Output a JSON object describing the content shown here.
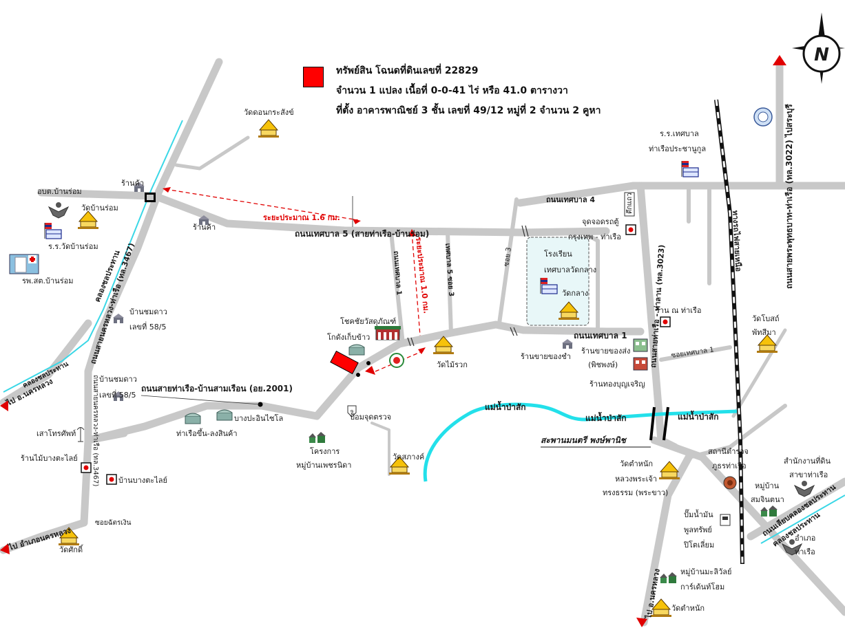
{
  "legend": {
    "color": "#ff0000",
    "line1": "ทรัพย์สิน โฉนดที่ดินเลขที่ 22829",
    "line2": "จำนวน 1 แปลง เนื้อที่ 0-0-41 ไร่ หรือ 41.0 ตารางวา",
    "line3": "ที่ตั้ง อาคารพาณิชย์ 3 ชั้น เลขที่ 49/12 หมู่ที่ 2 จำนวน 2 คูหา"
  },
  "compass": {
    "letter": "N"
  },
  "distances": {
    "d1": "ระยะประมาณ 1.6 กม.",
    "d2": "ระยะประมาณ 1.0 กม."
  },
  "roads": {
    "r1": "ถนนเทศบาล 5 (สายท่าเรือ-บ้านร่อม)",
    "r2": "ถนนเทศบาล 4",
    "r3": "ถนนเทศบาล 1",
    "r4": "ถนนสายท่าเรือ-บ้านสามเรือน (อย.2001)",
    "r5": "ถนนสายนครหลวง-ท่าเรือ (ทล.3467)",
    "r6": "ถนนสายนครหลวง-ท่าเรือ (ทล.3467)",
    "r7": "ถนนสายท่าเรือ - ท่าลาน (ทล.3023)",
    "r8": "ถนนสายพระพุทธบาท-ท่าเรือ (ทล.3022) ไปสระบุรี",
    "r9": "ถนนเทศบาล 1",
    "r10": "เทศบาล 5 ซอย 3",
    "r11": "ซอย 3",
    "r12": "ซอยเทศบาล 1",
    "r13": "ถนนเลียบคลองชลประทาน",
    "r14": "ทางรถไฟสายเหนือ",
    "r15": "ตึกแถว",
    "r16": "ซอยฉัตรเงิน"
  },
  "water": {
    "w1": "แม่น้ำป่าสัก",
    "w2": "แม่น้ำป่าสัก",
    "w3": "แม่น้ำป่าสัก",
    "c1": "คลองชลประทาน",
    "c2": "คลองชลประทาน",
    "c3": "คลองชลประทาน"
  },
  "bridge": "สะพานมนตรี พงษ์พานิช",
  "directions": {
    "n1": "ไป อ.นครหลวง",
    "n2": "ไป อำเภอนครหลวง",
    "n3": "ไป อ.นครหลวง"
  },
  "places": {
    "p1": "วัดดอนกระสังข์",
    "p2": "ร้านค้า",
    "p3": "ร้านค้า",
    "p4": "อบต.บ้านร่อม",
    "p5": "วัดบ้านร่อม",
    "p6": "ร.ร.วัดบ้านร่อม",
    "p7": "รพ.สต.บ้านร่อม",
    "p8a": "บ้านชมดาว",
    "p8b": "เลขที่ 58/5",
    "p9a": "บ้านชมดาว",
    "p9b": "เลขที่ 58/5",
    "p10": "เสาโทรศัพท์",
    "p11": "ร้านไม้บางตะไลย์",
    "p12": "บ้านบางตะไลย์",
    "p13": "วัดศักดิ์",
    "p14": "บางปะอินไซโล",
    "p15": "ท่าเรือขึ้น-ลงสินค้า",
    "p16a": "โครงการ",
    "p16b": "หมู่บ้านเพชรนิดา",
    "p17": "ป้อมจุดตรวจ",
    "p18": "วัดสภางค์",
    "p19": "โชคชัยวัสดุภัณฑ์",
    "p20": "โกดังเก็บข้าว",
    "p21": "วัดไม้รวก",
    "p22": "ร้านขายของชำ",
    "p23a": "โรงเรียน",
    "p23b": "เทศบาลวัดกลาง",
    "p24": "วัดกลาง",
    "p25a": "จุดจอดรถตู้",
    "p25b": "กรุงเทพ - ท่าเรือ",
    "p26a": "ร.ร.เทศบาล",
    "p26b": "ท่าเรือประชานูกูล",
    "p27": "ร้าน ณ ท่าเรือ",
    "p28a": "ร้านขายของส่ง",
    "p28b": "(พิชพงษ์)",
    "p29": "ร้านทองบุญเจริญ",
    "p30a": "วัดโบสถ์",
    "p30b": "พัทสีมา",
    "p31a": "สถานีตำรวจ",
    "p31b": "ภูธรท่าเรือ",
    "p32a": "สำนักงานที่ดิน",
    "p32b": "สาขาท่าเรือ",
    "p33a": "หมู่บ้าน",
    "p33b": "สมจินตนา",
    "p34a": "อำเภอ",
    "p34b": "ท่าเรือ",
    "p35a": "วัดตำหนัก",
    "p35b": "หลวงพระเจ้า",
    "p35c": "ทรงธรรม (พระขาว)",
    "p36a": "ปั๊มน้ำมัน",
    "p36b": "พูลทรัพย์",
    "p36c": "ปิโตเลี่ยม",
    "p37a": "หมู่บ้านมะลิวัลย์",
    "p37b": "การ์เด้นท์โฮม",
    "p38": "วัดตำหนัก"
  },
  "colors": {
    "road": "#c8c8c8",
    "river": "#1fe0e8",
    "target": "#ff0000",
    "arrow": "#e00000"
  }
}
